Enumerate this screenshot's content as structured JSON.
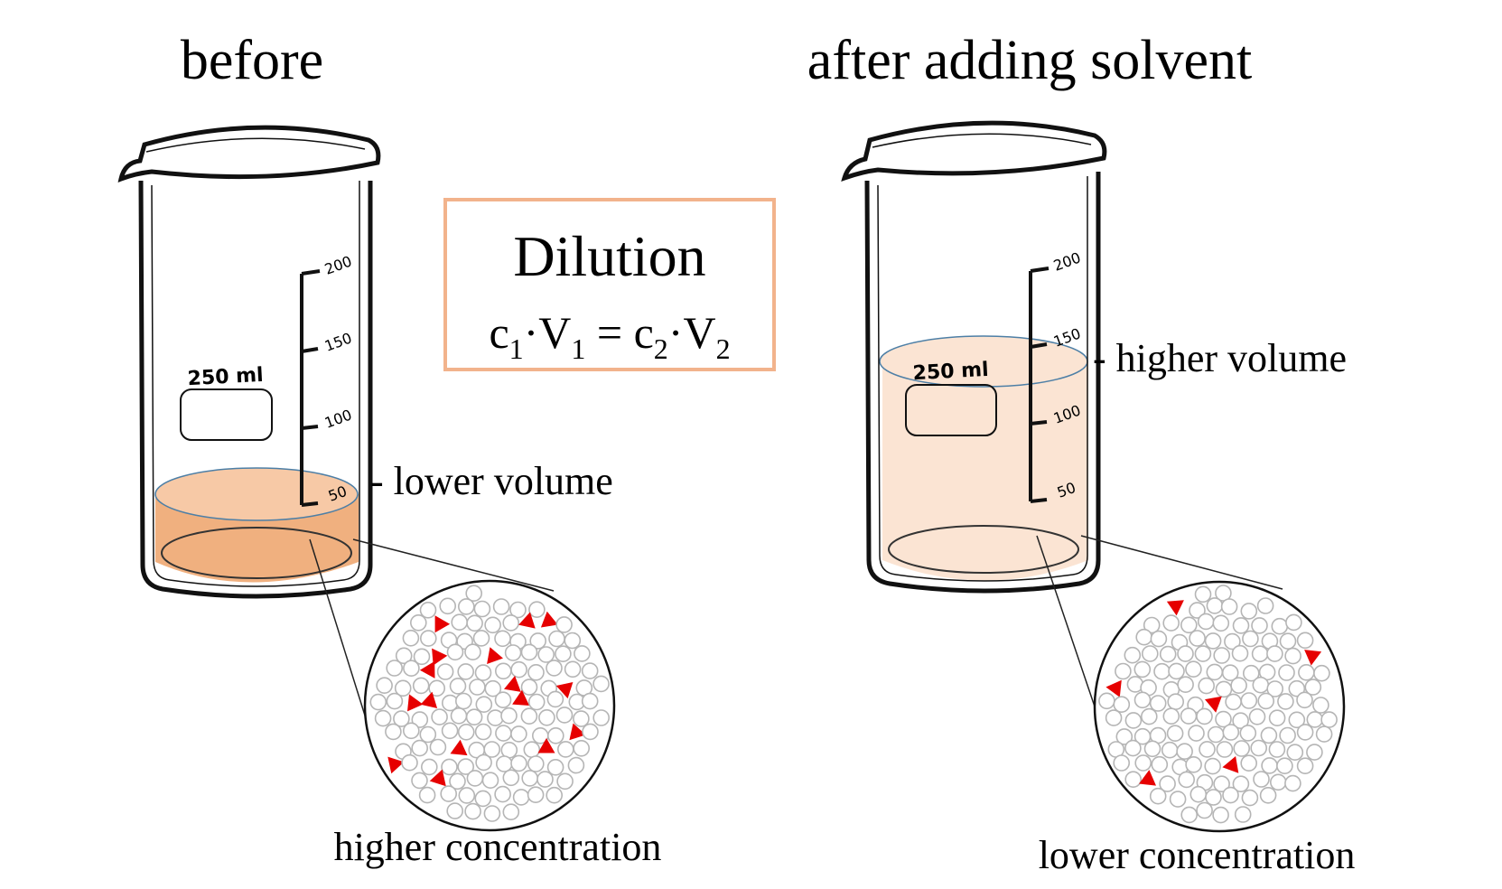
{
  "titles": {
    "before": "before",
    "after": "after adding solvent"
  },
  "formula_box": {
    "title": "Dilution",
    "formula": {
      "c1": "c",
      "s1": "1",
      "dot1": "·V",
      "s2": "1",
      "eq": " = c",
      "s3": "2",
      "dot2": "·V",
      "s4": "2"
    }
  },
  "beaker_before": {
    "label": "250 ml",
    "scale": [
      "200",
      "150",
      "100",
      "50"
    ],
    "level_label": "- lower volume",
    "zoom_label": "higher concentration",
    "fill_level_ml": 50,
    "solute_count": 16
  },
  "beaker_after": {
    "label": "250 ml",
    "scale": [
      "200",
      "150",
      "100",
      "50"
    ],
    "level_label": "- higher volume",
    "zoom_label": "lower concentration",
    "fill_level_ml": 150,
    "solute_count": 6
  },
  "colors": {
    "concentrated": "#f0b07f",
    "concentrated_top": "#f7c9a6",
    "dilute": "#fbe4d3",
    "box_border": "#f2b38c",
    "solute": "#e60000",
    "solvent_ring": "#b5b5b5"
  }
}
